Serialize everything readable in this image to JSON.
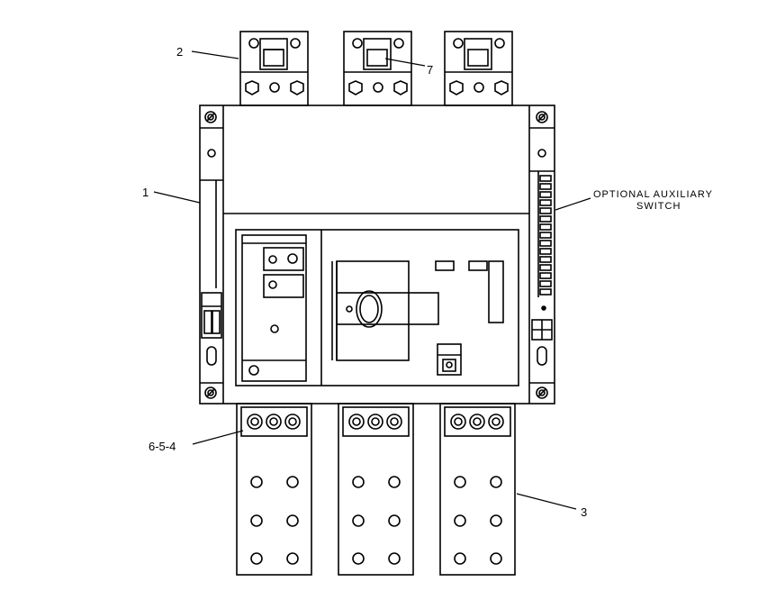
{
  "diagram": {
    "callouts": {
      "line_side_connector": "2",
      "connector_window": "7",
      "breaker_frame": "1",
      "terminal_screws": "6-5-4",
      "load_side_busbar": "3"
    },
    "auxiliary_switch_label": {
      "line1": "OPTIONAL AUXILIARY",
      "line2": "SWITCH"
    },
    "colors": {
      "stroke": "#000000",
      "background": "#ffffff"
    }
  }
}
